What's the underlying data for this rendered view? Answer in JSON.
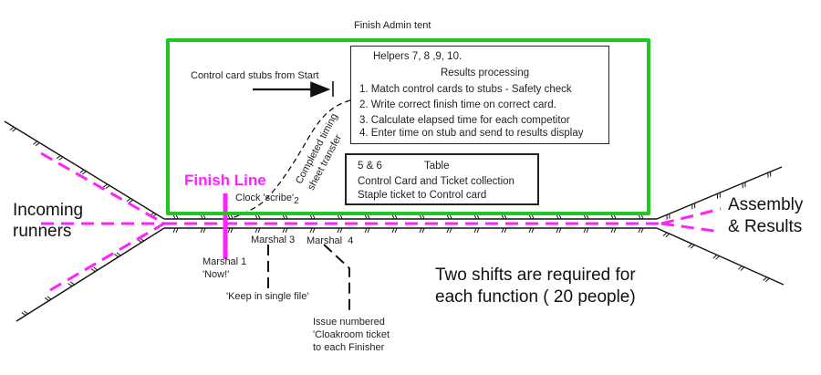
{
  "title": "Finish Admin tent",
  "colors": {
    "tent_border": "#1ec81e",
    "runner_path": "#ff22ff",
    "finish_line": "#ff22ff",
    "lines": "#111111"
  },
  "results_box": {
    "helpers": "Helpers 7, 8 ,9, 10.",
    "heading": "Results processing",
    "steps": [
      "1. Match control cards to stubs - Safety check",
      "2. Write correct finish time on correct card.",
      "3. Calculate elapsed time for each competitor",
      "4. Enter time on stub and send to results display"
    ]
  },
  "table_box": {
    "helpers": "5 & 6",
    "heading": "Table",
    "lines": [
      "Control Card and Ticket collection",
      "Staple ticket to Control card"
    ]
  },
  "labels": {
    "control_stubs": "Control card stubs from Start",
    "timing_transfer_line1": "Completed timing",
    "timing_transfer_line2": "sheet transfer",
    "finish_line": "Finish Line",
    "clock_scribe": "Clock 'scribe'",
    "clock_scribe_number": "2",
    "incoming_line1": "Incoming",
    "incoming_line2": "runners",
    "assembly_line1": "Assembly",
    "assembly_line2": "& Results",
    "marshal1_line1": "Marshal 1",
    "marshal1_line2": "'Now!'",
    "marshal3": "Marshal 3",
    "marshal4": "Marshal  4",
    "single_file": "'Keep in single file'",
    "cloakroom_line1": "Issue numbered",
    "cloakroom_line2": "'Cloakroom ticket",
    "cloakroom_line3": "to each Finisher",
    "shifts_line1": "Two shifts are required for",
    "shifts_line2": "each function ( 20 people)"
  }
}
